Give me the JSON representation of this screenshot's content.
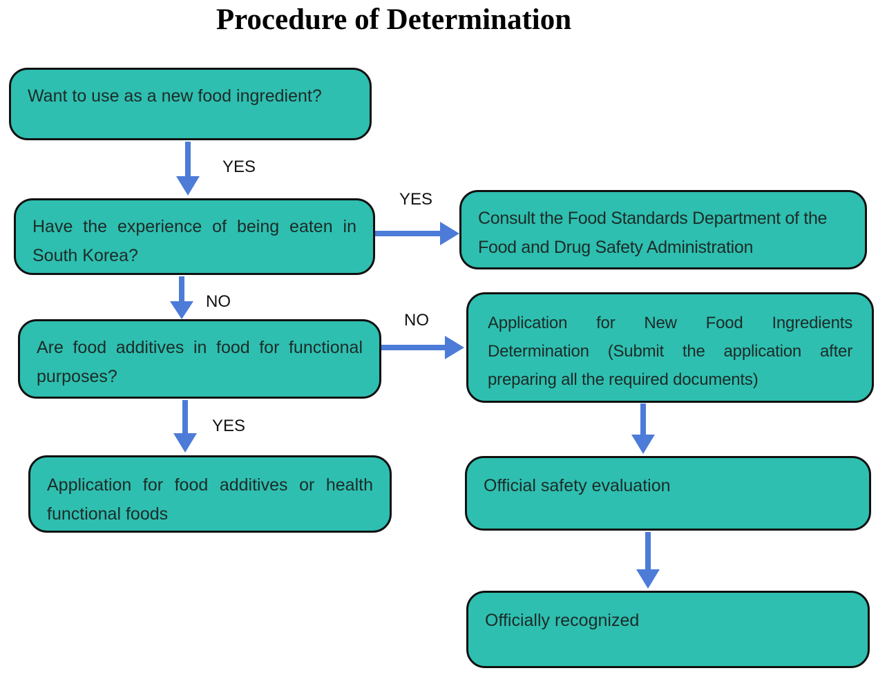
{
  "title": "Procedure of Determination",
  "nodes": [
    {
      "text": "Want to use as a new food ingredient?"
    },
    {
      "text": "Have the experience of being eaten in South Korea?"
    },
    {
      "text": "Consult the Food Standards Department of the Food and Drug Safety Administration"
    },
    {
      "text": "Are food additives in food for functional purposes?"
    },
    {
      "text": "Application for New Food Ingredients Determination (Submit the application after preparing all the required documents)"
    },
    {
      "text": "Application for food additives or health functional foods"
    },
    {
      "text": "Official safety evaluation"
    },
    {
      "text": "Officially recognized"
    }
  ],
  "edge_labels": {
    "q1_yes": "YES",
    "q2_yes": "YES",
    "q2_no": "NO",
    "q3_no": "NO",
    "q3_yes": "YES"
  },
  "colors": {
    "node_fill": "#2ebfb0",
    "node_border": "#101010",
    "node_text": "#1c2b28",
    "arrow": "#4d7bd8",
    "label_text": "#111111",
    "background": "#ffffff"
  }
}
